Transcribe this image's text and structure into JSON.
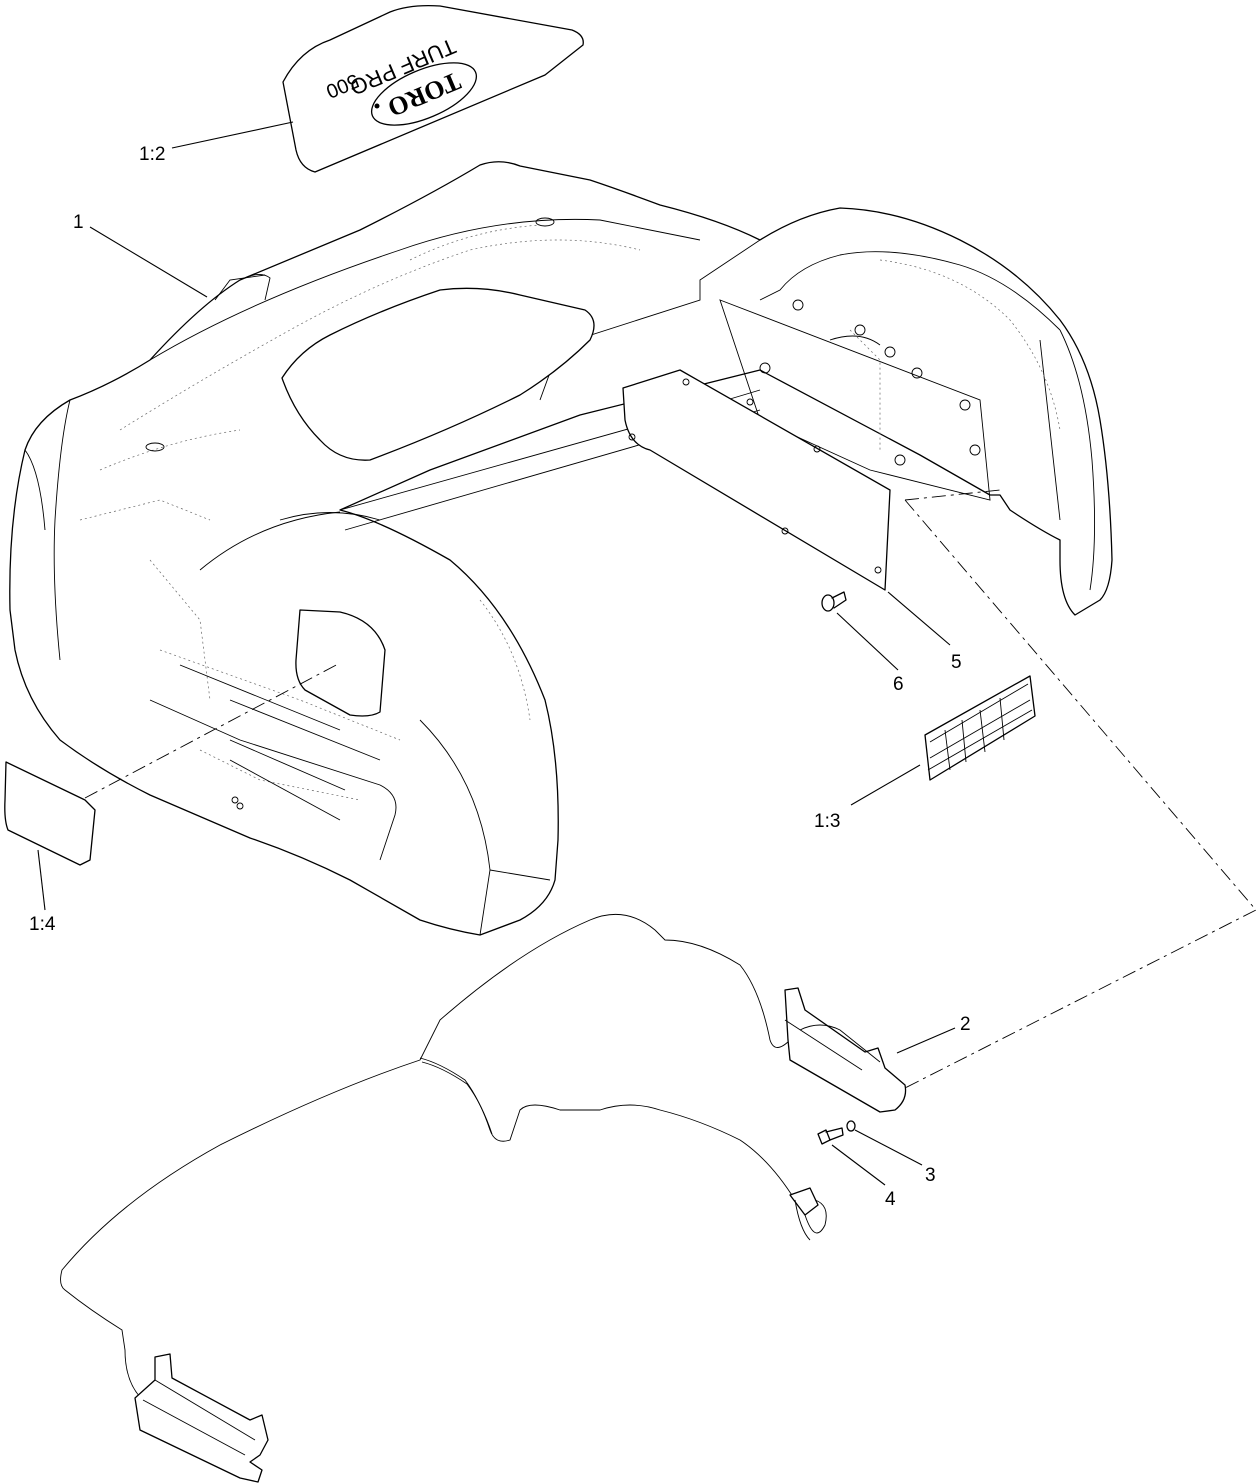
{
  "callouts": [
    {
      "id": "c-1-2",
      "label": "1:2"
    },
    {
      "id": "c-1",
      "label": "1"
    },
    {
      "id": "c-6",
      "label": "6"
    },
    {
      "id": "c-5",
      "label": "5"
    },
    {
      "id": "c-1-3",
      "label": "1:3"
    },
    {
      "id": "c-1-4",
      "label": "1:4"
    },
    {
      "id": "c-2",
      "label": "2"
    },
    {
      "id": "c-3",
      "label": "3"
    },
    {
      "id": "c-4",
      "label": "4"
    }
  ],
  "decal": {
    "brand": "TORO",
    "model_line1": "TURF PRO",
    "model_line2": "500"
  }
}
